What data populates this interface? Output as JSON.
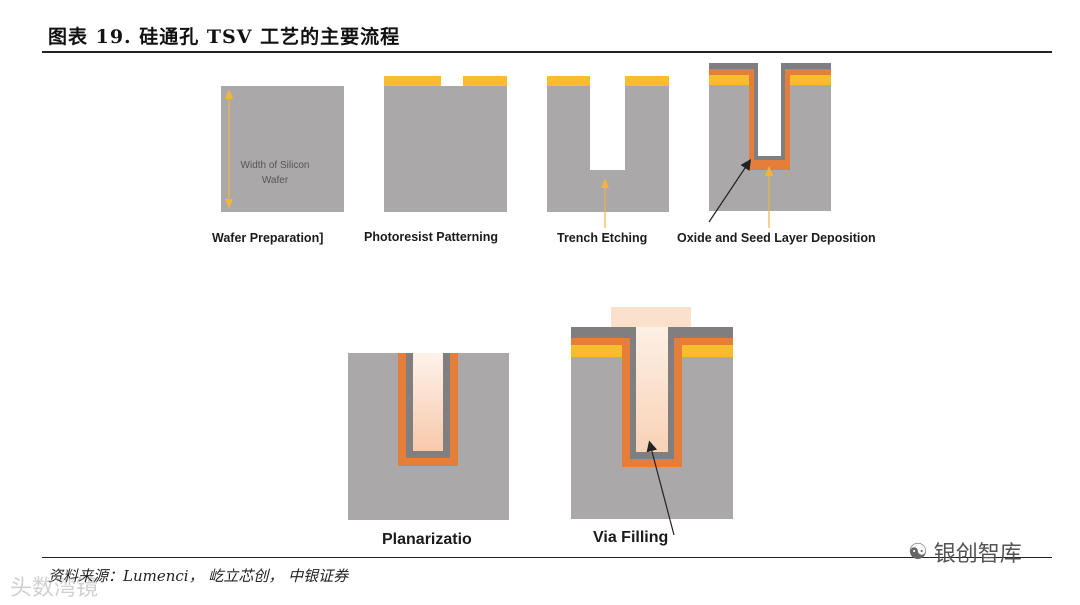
{
  "title": "图表 19. 硅通孔 TSV 工艺的主要流程",
  "source": "资料来源：Lumenci， 屹立芯创， 中银证券",
  "watermark_right": "银创智库",
  "watermark_left": "头数湾镜",
  "colors": {
    "silicon": "#aaa8a8",
    "photoresist": "#f6be2d",
    "oxide": "#e57e3b",
    "seed": "#807e7e",
    "copper_light": "#fdecdc",
    "arrow": "#f2b43f"
  },
  "steps": [
    {
      "label": "Wafer Preparation]",
      "inner_text": [
        "Width of Silicon",
        "Wafer"
      ]
    },
    {
      "label": "Photoresist Patterning"
    },
    {
      "label": "Trench Etching"
    },
    {
      "label": "Oxide and Seed Layer Deposition"
    },
    {
      "label": "Planarizatio"
    },
    {
      "label": "Via Filling"
    }
  ]
}
